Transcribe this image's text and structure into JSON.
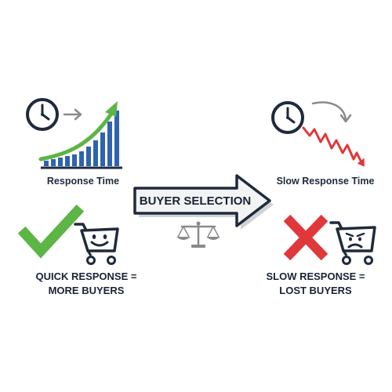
{
  "left_panel": {
    "caption": "Response Time",
    "outcome_line1": "QUICK RESPONSE =",
    "outcome_line2": "MORE BUYERS",
    "trend_icon": "rising-trend-icon",
    "mark_icon": "checkmark-icon",
    "cart_icon": "happy-cart-icon"
  },
  "center": {
    "arrow_label": "BUYER SELECTION",
    "arrow_icon": "arrow-right-icon",
    "scale_icon": "balance-scale-icon"
  },
  "right_panel": {
    "caption": "Slow Response Time",
    "outcome_line1": "SLOW RESPONSE =",
    "outcome_line2": "LOST BUYERS",
    "trend_icon": "falling-trend-icon",
    "mark_icon": "cross-icon",
    "cart_icon": "sad-cart-icon"
  },
  "colors": {
    "navy": "#1f2a3c",
    "green": "#5cb545",
    "green_dark": "#3f9a3a",
    "blue": "#2f63b0",
    "red": "#e0383a",
    "gray": "#8a8a8a"
  }
}
